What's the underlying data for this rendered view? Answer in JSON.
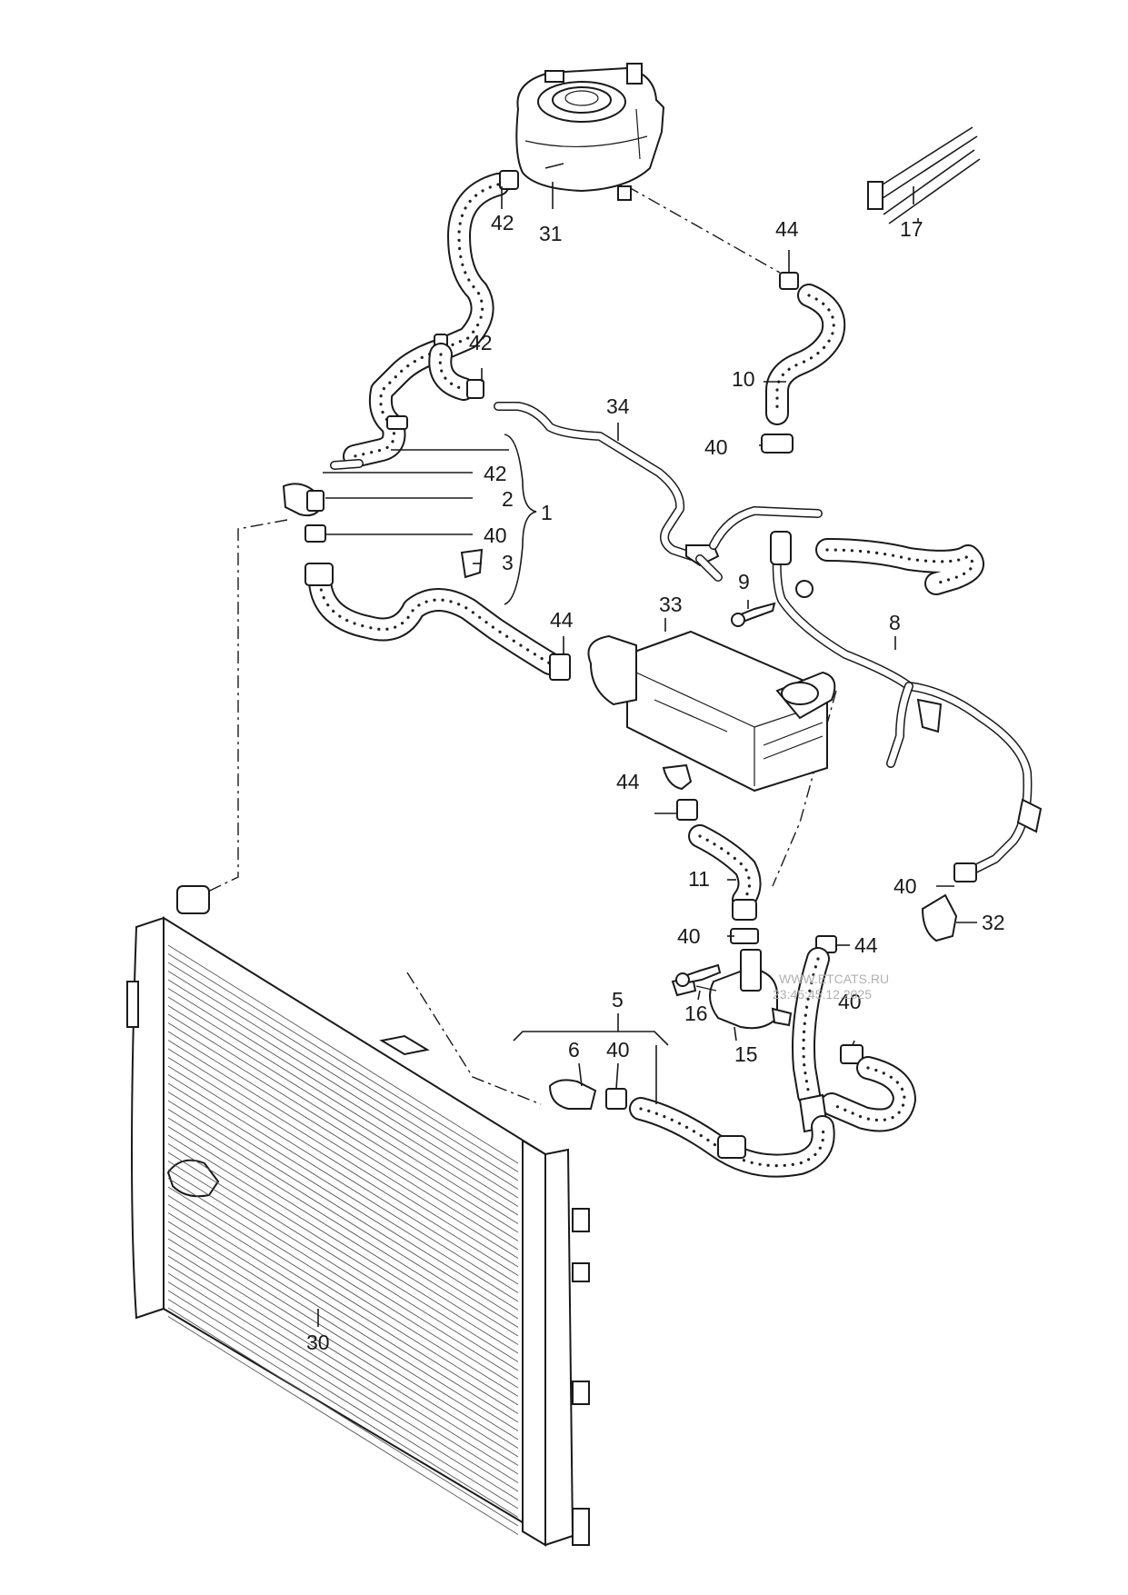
{
  "callouts": {
    "n1": "1",
    "n2": "2",
    "n3": "3",
    "n5": "5",
    "n6": "6",
    "n8": "8",
    "n9": "9",
    "n10": "10",
    "n11": "11",
    "n15": "15",
    "n16": "16",
    "n17": "17",
    "n30": "30",
    "n31": "31",
    "n32": "32",
    "n33": "33",
    "n34": "34",
    "n40a": "40",
    "n40b": "40",
    "n40c": "40",
    "n40d": "40",
    "n40e": "40",
    "n40f": "40",
    "n42a": "42",
    "n42b": "42",
    "n42c": "42",
    "n44a": "44",
    "n44b": "44",
    "n44c": "44",
    "n44d": "44"
  },
  "watermark": {
    "line1": "WWW.ETCATS.RU",
    "line2": "23:45:45.12.2025"
  }
}
